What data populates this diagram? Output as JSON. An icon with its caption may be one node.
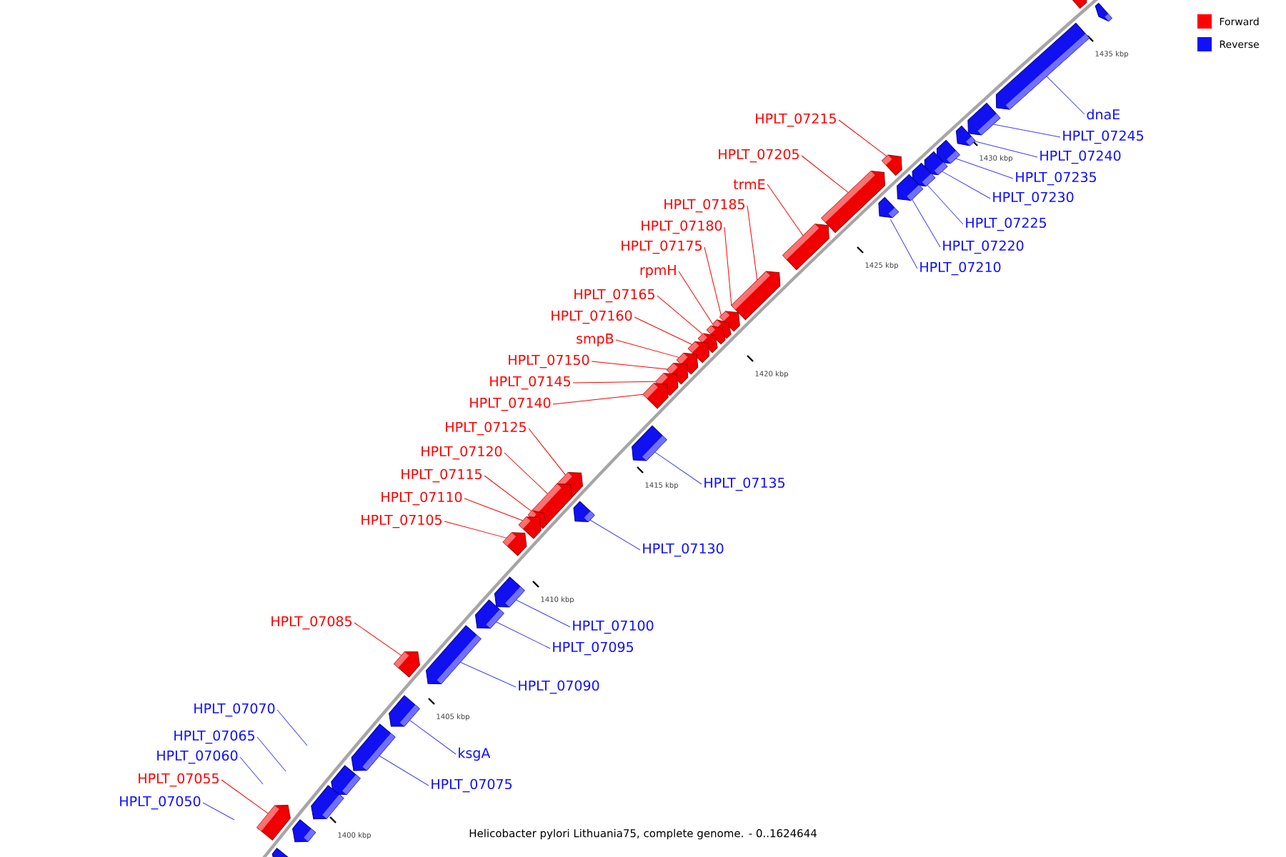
{
  "diagram": {
    "caption": "Helicobacter pylori Lithuania75, complete genome. - 0..1624644",
    "nodes": [
      {
        "text": [
          "HPLT_07215"
        ]
      },
      {
        "text": [
          "HPLT_07205"
        ]
      },
      {
        "text": [
          "trmE"
        ]
      },
      {
        "text": [
          "HPLT_07185"
        ]
      },
      {
        "text": [
          "HPLT_07180"
        ]
      },
      {
        "text": [
          "HPLT_07175"
        ]
      },
      {
        "text": [
          "rpmH"
        ]
      },
      {
        "text": [
          "HPLT_07165"
        ]
      },
      {
        "text": [
          "HPLT_07160"
        ]
      },
      {
        "text": [
          "smpB"
        ]
      },
      {
        "text": [
          "HPLT_07150"
        ]
      },
      {
        "text": [
          "HPLT_07145"
        ]
      },
      {
        "text": [
          "HPLT_07140"
        ]
      },
      {
        "text": [
          "HPLT_07125"
        ]
      },
      {
        "text": [
          "HPLT_07120"
        ]
      },
      {
        "text": [
          "HPLT_07115"
        ]
      },
      {
        "text": [
          "HPLT_07110"
        ]
      },
      {
        "text": [
          "HPLT_07105"
        ]
      },
      {
        "text": [
          "HPLT_07085"
        ]
      },
      {
        "text": [
          "HPLT_07070"
        ]
      },
      {
        "text": [
          "HPLT_07065"
        ]
      },
      {
        "text": [
          "HPLT_07060"
        ]
      },
      {
        "text": [
          "HPLT_07055"
        ]
      },
      {
        "text": [
          "HPLT_07050"
        ]
      },
      {
        "text": [
          "dnaE"
        ]
      },
      {
        "text": [
          "HPLT_07245"
        ]
      },
      {
        "text": [
          "HPLT_07240"
        ]
      },
      {
        "text": [
          "HPLT_07235"
        ]
      },
      {
        "text": [
          "HPLT_07230"
        ]
      },
      {
        "text": [
          "HPLT_07225"
        ]
      },
      {
        "text": [
          "HPLT_07220"
        ]
      },
      {
        "text": [
          "HPLT_07210"
        ]
      },
      {
        "text": [
          "HPLT_07135"
        ]
      },
      {
        "text": [
          "HPLT_07130"
        ]
      },
      {
        "text": [
          "HPLT_07100"
        ]
      },
      {
        "text": [
          "HPLT_07095"
        ]
      },
      {
        "text": [
          "HPLT_07090"
        ]
      },
      {
        "text": [
          "ksgA"
        ]
      },
      {
        "text": [
          "HPLT_07075"
        ]
      },
      {
        "text": [],
        "shape": "pentagon"
      },
      {
        "text": [],
        "shape": "pentagon"
      },
      {
        "text": [],
        "shape": "pentagon"
      },
      {
        "text": [],
        "shape": "pentagon"
      },
      {
        "text": [],
        "shape": "pentagon"
      },
      {
        "text": [],
        "shape": "pentagon"
      },
      {
        "text": [],
        "shape": "pentagon"
      },
      {
        "text": [],
        "shape": "pentagon"
      },
      {
        "text": [],
        "shape": "pentagon"
      },
      {
        "text": [],
        "shape": "pentagon"
      },
      {
        "text": [],
        "shape": "pentagon"
      },
      {
        "text": [],
        "shape": "pentagon"
      },
      {
        "text": [],
        "shape": "pentagon"
      },
      {
        "text": [],
        "shape": "pentagon"
      },
      {
        "text": [],
        "shape": "pentagon"
      },
      {
        "text": [],
        "shape": "pentagon"
      },
      {
        "text": [],
        "shape": "pentagon"
      },
      {
        "text": [],
        "shape": "pentagon"
      },
      {
        "text": [],
        "shape": "pentagon"
      },
      {
        "text": [],
        "shape": "pentagon"
      },
      {
        "text": [],
        "shape": "pentagon"
      },
      {
        "text": [],
        "shape": "pentagon"
      },
      {
        "text": [],
        "shape": "pentagon"
      },
      {
        "text": [],
        "shape": "pentagon"
      },
      {
        "text": [],
        "shape": "pentagon"
      },
      {
        "text": [],
        "shape": "pentagon"
      },
      {
        "text": [],
        "shape": "pentagon"
      },
      {
        "text": [],
        "shape": "pentagon"
      },
      {
        "text": [],
        "shape": "pentagon"
      },
      {
        "text": [],
        "shape": "pentagon"
      },
      {
        "text": [],
        "shape": "pentagon"
      },
      {
        "text": [],
        "shape": "pentagon"
      },
      {
        "text": [],
        "shape": "pentagon"
      },
      {
        "text": [],
        "shape": "pentagon"
      },
      {
        "text": [],
        "shape": "pentagon"
      },
      {
        "text": [],
        "shape": "pentagon"
      },
      {
        "text": [],
        "shape": "pentagon"
      },
      {
        "text": [],
        "shape": "pentagon"
      },
      {
        "text": [],
        "shape": "pentagon"
      },
      {
        "text": [],
        "shape": "pentagon"
      },
      {
        "text": [],
        "shape": "pentagon"
      }
    ],
    "edges": [
      {
        "from": 0,
        "to": 40,
        "arrow": "none",
        "color": "#ff0000"
      },
      {
        "from": 1,
        "to": 41,
        "arrow": "none",
        "color": "#ff0000"
      },
      {
        "from": 2,
        "to": 42,
        "arrow": "none",
        "color": "#ff0000"
      },
      {
        "from": 3,
        "to": 43,
        "arrow": "none",
        "color": "#ff0000"
      },
      {
        "from": 4,
        "to": 44,
        "arrow": "none",
        "color": "#ff0000"
      },
      {
        "from": 5,
        "to": 45,
        "arrow": "none",
        "color": "#ff0000"
      },
      {
        "from": 6,
        "to": 46,
        "arrow": "none",
        "color": "#ff0000"
      },
      {
        "from": 7,
        "to": 47,
        "arrow": "none",
        "color": "#ff0000"
      },
      {
        "from": 8,
        "to": 48,
        "arrow": "none",
        "color": "#ff0000"
      },
      {
        "from": 9,
        "to": 49,
        "arrow": "none",
        "color": "#ff0000"
      },
      {
        "from": 10,
        "to": 50,
        "arrow": "none",
        "color": "#ff0000"
      },
      {
        "from": 11,
        "to": 51,
        "arrow": "none",
        "color": "#ff0000"
      },
      {
        "from": 12,
        "to": 52,
        "arrow": "none",
        "color": "#ff0000"
      },
      {
        "from": 13,
        "to": 53,
        "arrow": "none",
        "color": "#ff0000"
      },
      {
        "from": 14,
        "to": 54,
        "arrow": "none",
        "color": "#ff0000"
      },
      {
        "from": 15,
        "to": 55,
        "arrow": "none",
        "color": "#ff0000"
      },
      {
        "from": 16,
        "to": 56,
        "arrow": "none",
        "color": "#ff0000"
      },
      {
        "from": 17,
        "to": 57,
        "arrow": "none",
        "color": "#ff0000"
      },
      {
        "from": 18,
        "to": 58,
        "arrow": "none",
        "color": "#ff0000"
      },
      {
        "from": 19,
        "to": null,
        "arrow": "none",
        "color": "#4040ff"
      },
      {
        "from": 20,
        "to": null,
        "arrow": "none",
        "color": "#4040ff"
      },
      {
        "from": 21,
        "to": null,
        "arrow": "none",
        "color": "#4040ff"
      },
      {
        "from": 22,
        "to": 59,
        "arrow": "none",
        "color": "#ff0000"
      },
      {
        "from": 23,
        "to": null,
        "arrow": "none",
        "color": "#4040ff"
      },
      {
        "from": 24,
        "to": 61,
        "arrow": "none",
        "color": "#4040ff"
      },
      {
        "from": 25,
        "to": 62,
        "arrow": "none",
        "color": "#4040ff"
      },
      {
        "from": 26,
        "to": 63,
        "arrow": "none",
        "color": "#4040ff"
      },
      {
        "from": 27,
        "to": 64,
        "arrow": "none",
        "color": "#4040ff"
      },
      {
        "from": 28,
        "to": 65,
        "arrow": "none",
        "color": "#4040ff"
      },
      {
        "from": 29,
        "to": 66,
        "arrow": "none",
        "color": "#4040ff"
      },
      {
        "from": 30,
        "to": 67,
        "arrow": "none",
        "color": "#4040ff"
      },
      {
        "from": 31,
        "to": 68,
        "arrow": "none",
        "color": "#4040ff"
      },
      {
        "from": 32,
        "to": 69,
        "arrow": "none",
        "color": "#4040ff"
      },
      {
        "from": 33,
        "to": 70,
        "arrow": "none",
        "color": "#4040ff"
      },
      {
        "from": 34,
        "to": 71,
        "arrow": "none",
        "color": "#4040ff"
      },
      {
        "from": 35,
        "to": 72,
        "arrow": "none",
        "color": "#4040ff"
      },
      {
        "from": 36,
        "to": 73,
        "arrow": "none",
        "color": "#4040ff"
      },
      {
        "from": 37,
        "to": 74,
        "arrow": "none",
        "color": "#4040ff"
      },
      {
        "from": 38,
        "to": 75,
        "arrow": "none",
        "color": "#4040ff"
      }
    ],
    "labels": [
      "1435 kbp",
      "1430 kbp",
      "1425 kbp",
      "1420 kbp",
      "1415 kbp",
      "1410 kbp",
      "1405 kbp",
      "1400 kbp"
    ],
    "legend": [
      {
        "text": "Forward",
        "color": "#ff0000"
      },
      {
        "text": "Reverse",
        "color": "#1010ff"
      }
    ]
  }
}
